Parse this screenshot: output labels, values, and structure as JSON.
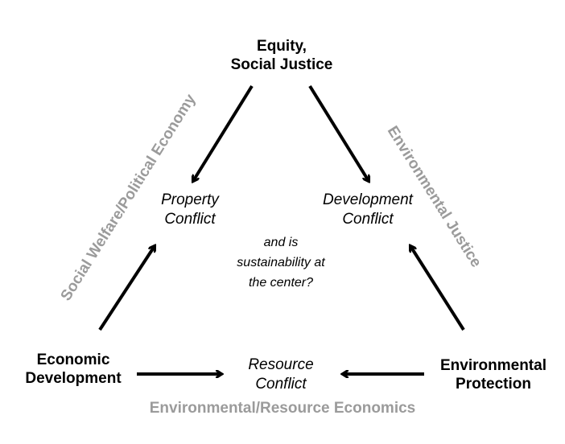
{
  "nodes": {
    "top": {
      "line1": "Equity,",
      "line2": "Social Justice"
    },
    "left": {
      "line1": "Economic",
      "line2": "Development"
    },
    "right": {
      "line1": "Environmental",
      "line2": "Protection"
    }
  },
  "conflicts": {
    "property": {
      "line1": "Property",
      "line2": "Conflict"
    },
    "development": {
      "line1": "Development",
      "line2": "Conflict"
    },
    "resource": {
      "line1": "Resource",
      "line2": "Conflict"
    }
  },
  "center_question": {
    "line1": "and is",
    "line2": "sustainability at",
    "line3": "the center?"
  },
  "axes": {
    "left_side": "Social Welfare/Political Economy",
    "right_side": "Environmental Justice",
    "bottom_side": "Environmental/Resource Economics"
  },
  "colors": {
    "text": "#000000",
    "axis_label": "#9b9b9b",
    "background": "#ffffff"
  }
}
